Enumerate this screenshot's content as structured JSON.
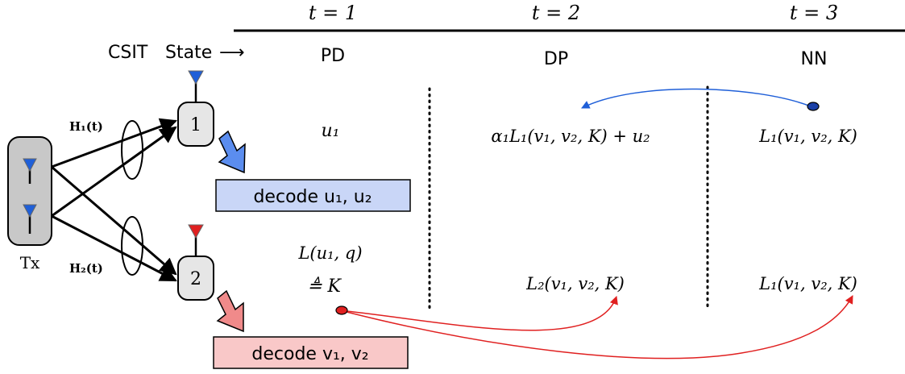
{
  "header": {
    "times": [
      "t = 1",
      "t = 2",
      "t = 3"
    ],
    "csit_label": "CSIT",
    "state_label": "State",
    "arrow_glyph": "⟶",
    "states": [
      "PD",
      "DP",
      "NN"
    ]
  },
  "transmitter": {
    "label": "Tx",
    "channel_1": "H₁(t)",
    "channel_2": "H₂(t)"
  },
  "receivers": [
    {
      "id": "1",
      "antenna_color": "#1f5fd8",
      "decode": "decode u₁, u₂",
      "decode_fill": "#c9d6f7",
      "arrow_color": "#5b8def"
    },
    {
      "id": "2",
      "antenna_color": "#e02020",
      "decode": "decode v₁, v₂",
      "decode_fill": "#f9c8c8",
      "arrow_color": "#f08a8a"
    }
  ],
  "row1": {
    "t1": "u₁",
    "t2": "α₁L₁(v₁, v₂, K) + u₂",
    "t3": "L₁(v₁, v₂, K)"
  },
  "row2": {
    "t1_line1": "L(u₁, q)",
    "t1_line2": "≜ K",
    "t2": "L₂(v₁, v₂, K)",
    "t3": "L₁(v₁, v₂, K)"
  },
  "colors": {
    "tx_fill": "#c8c8c8",
    "rx_fill": "#e6e6e6",
    "blue_link": "#1f5fd8",
    "red_link": "#e02020",
    "dot_blue": "#1a3fa6",
    "dot_red": "#e02020"
  }
}
